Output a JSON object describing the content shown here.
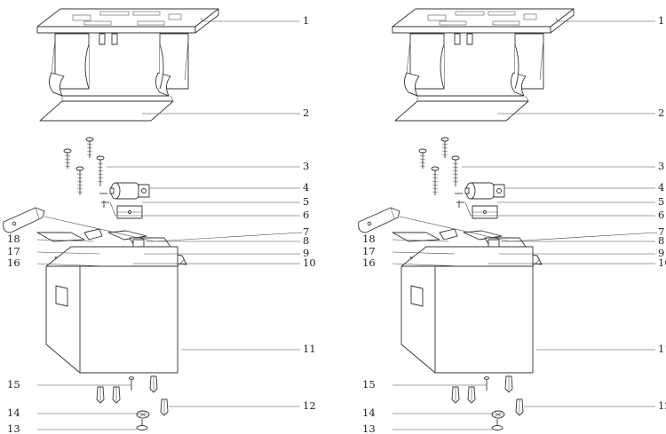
{
  "labels": [
    "1",
    "2",
    "3",
    "4",
    "5",
    "6",
    "7",
    "8",
    "9",
    "10",
    "11",
    "12",
    "13",
    "14",
    "15",
    "16",
    "17",
    "18"
  ],
  "colors": {
    "line": "#333333",
    "background": "#ffffff"
  },
  "views": [
    "left-exploded-view",
    "right-exploded-view"
  ]
}
